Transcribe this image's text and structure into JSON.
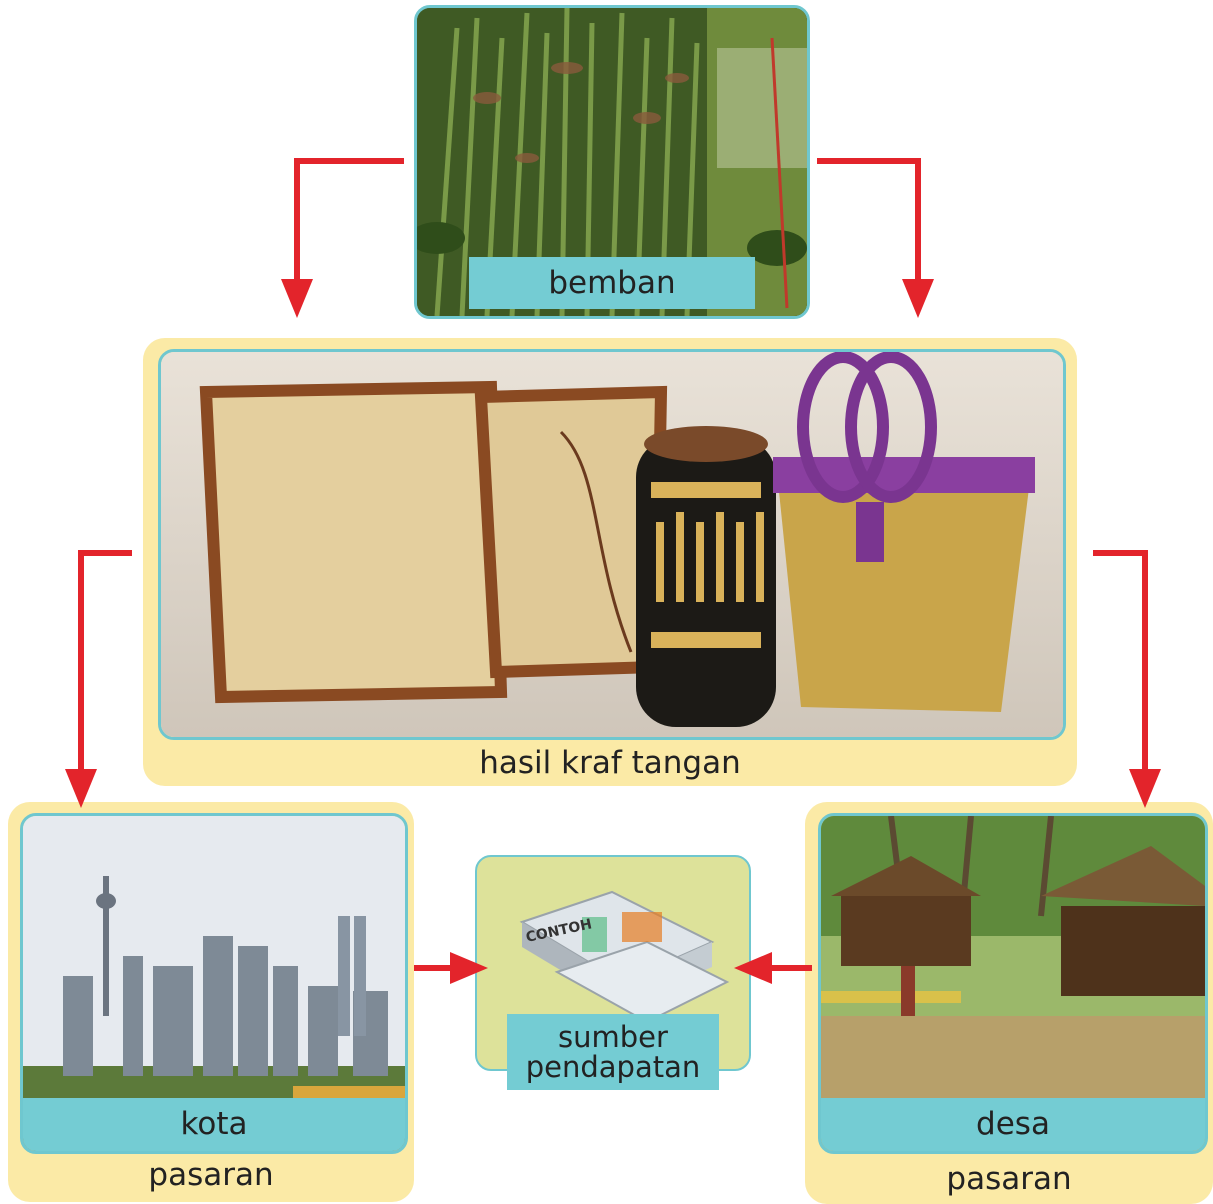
{
  "nodes": {
    "bemban": {
      "caption": "bemban"
    },
    "craft": {
      "caption": "hasil kraf tangan"
    },
    "city": {
      "caption": "kota",
      "footer": "pasaran"
    },
    "income": {
      "caption": "sumber\npendapatan",
      "watermark": "CONTOH"
    },
    "village": {
      "caption": "desa",
      "footer": "pasaran"
    }
  },
  "colors": {
    "arrow": "#e3242b",
    "panel": "#fbeaa6",
    "teal_label": "#74ccd3",
    "frame": "#6fc7cf",
    "income_panel": "#dde29a"
  },
  "edges": [
    {
      "from": "bemban",
      "to": "craft"
    },
    {
      "from": "bemban",
      "to": "craft"
    },
    {
      "from": "craft",
      "to": "city"
    },
    {
      "from": "craft",
      "to": "village"
    },
    {
      "from": "city",
      "to": "income"
    },
    {
      "from": "village",
      "to": "income"
    }
  ]
}
